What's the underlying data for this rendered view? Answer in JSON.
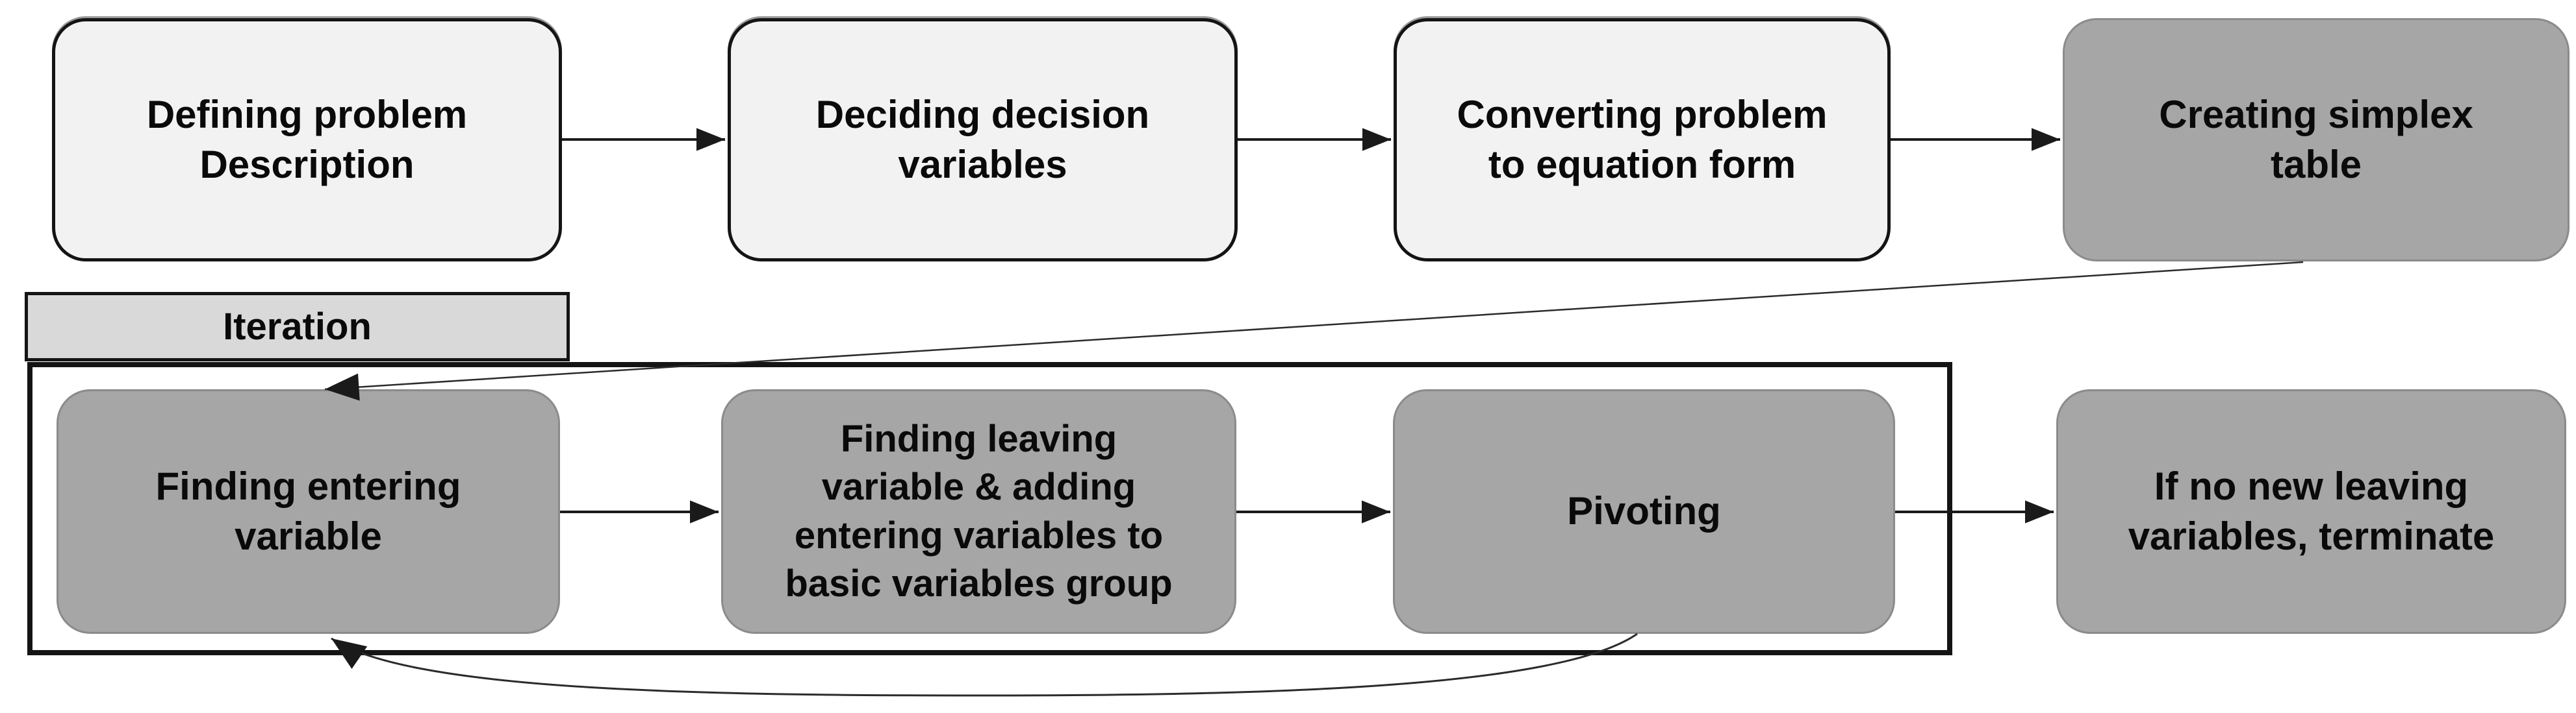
{
  "flowchart": {
    "top_row": [
      {
        "id": "defining-problem",
        "label": "Defining problem\nDescription",
        "variant": "light"
      },
      {
        "id": "deciding-variables",
        "label": "Deciding decision\nvariables",
        "variant": "light"
      },
      {
        "id": "converting-problem",
        "label": "Converting problem\nto equation form",
        "variant": "light"
      },
      {
        "id": "creating-simplex-table",
        "label": "Creating simplex\ntable",
        "variant": "dark"
      }
    ],
    "iteration": {
      "label": "Iteration"
    },
    "bottom_row": [
      {
        "id": "finding-entering-variable",
        "label": "Finding entering\nvariable",
        "variant": "dark"
      },
      {
        "id": "finding-leaving-variable",
        "label": "Finding leaving\nvariable & adding\nentering variables to\nbasic variables group",
        "variant": "dark"
      },
      {
        "id": "pivoting",
        "label": "Pivoting",
        "variant": "dark"
      },
      {
        "id": "terminate",
        "label": "If no new leaving\nvariables, terminate",
        "variant": "dark"
      }
    ],
    "connections": [
      "defining-problem -> deciding-variables",
      "deciding-variables -> converting-problem",
      "converting-problem -> creating-simplex-table",
      "creating-simplex-table -> finding-entering-variable",
      "finding-entering-variable -> finding-leaving-variable",
      "finding-leaving-variable -> pivoting",
      "pivoting -> terminate",
      "pivoting -> finding-entering-variable (loop back)"
    ],
    "colors": {
      "light_box_fill": "#f2f2f2",
      "dark_box_fill": "#a6a6a6",
      "iteration_label_fill": "#d9d9d9",
      "border_black": "#141414",
      "dark_box_border": "#8b8b8b",
      "arrow": "#1a1a1a",
      "background": "#ffffff"
    }
  }
}
